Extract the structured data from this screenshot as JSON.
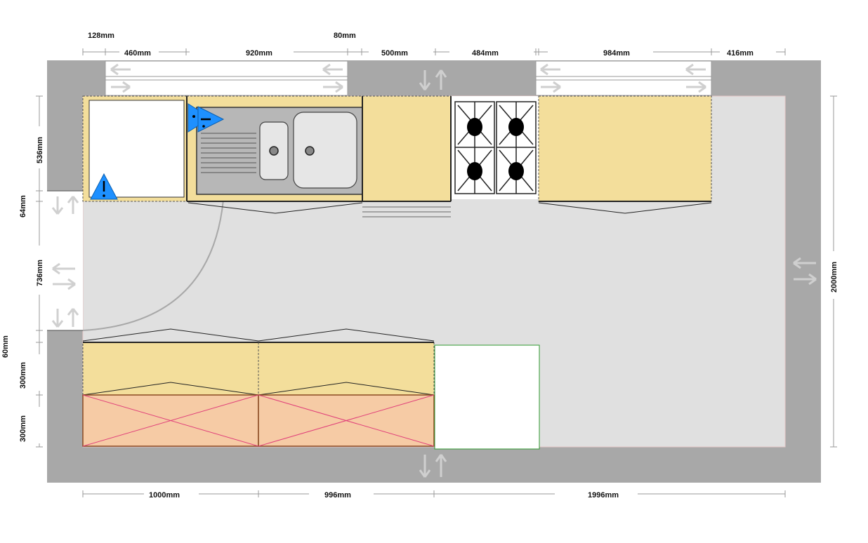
{
  "dimensions": {
    "top_upper": [
      "128mm",
      "80mm"
    ],
    "top_row": [
      "460mm",
      "920mm",
      "500mm",
      "484mm",
      "984mm",
      "416mm"
    ],
    "bottom_row": [
      "1000mm",
      "996mm",
      "1996mm"
    ],
    "left_col": [
      "536mm",
      "64mm",
      "736mm",
      "60mm",
      "300mm",
      "300mm"
    ],
    "right_col": [
      "2000mm"
    ]
  },
  "colors": {
    "wall": "#a8a8a8",
    "floor": "#e0e0e0",
    "worktop": "#f3de9b",
    "tall_unit": "#f6cba5",
    "cross": "#e0407a",
    "warning": "#1e90ff"
  }
}
